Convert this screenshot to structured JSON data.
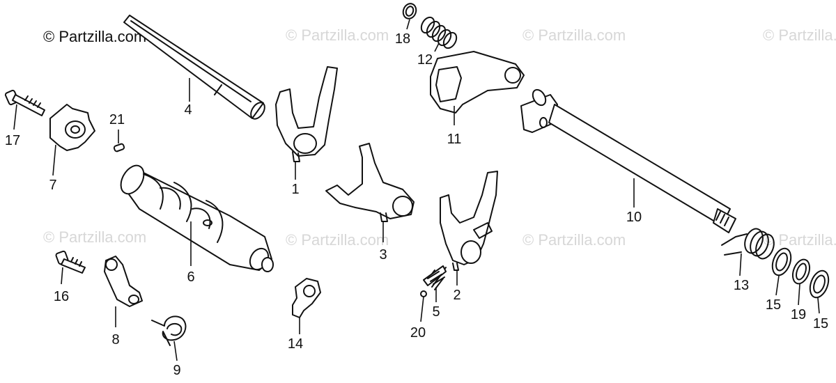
{
  "copyright": "© Partzilla.com",
  "watermark": "© Partzilla.com",
  "labels": [
    "1",
    "2",
    "3",
    "4",
    "5",
    "6",
    "7",
    "8",
    "9",
    "10",
    "11",
    "12",
    "13",
    "14",
    "15",
    "15",
    "16",
    "17",
    "18",
    "19",
    "20",
    "21"
  ]
}
